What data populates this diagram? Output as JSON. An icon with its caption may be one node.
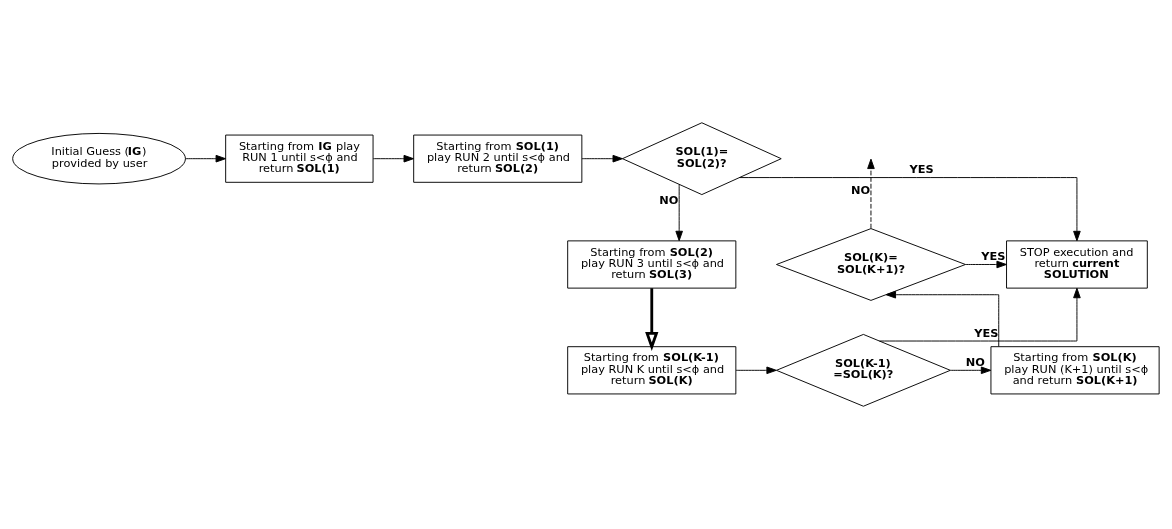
{
  "diagram": {
    "nodes": [
      {
        "text": [
          "Initial Guess (**IG**) provided by user"
        ]
      },
      {
        "text": [
          "Starting from **IG** play RUN 1 until s<ϕ and return **SOL(1)**"
        ]
      },
      {
        "text": [
          "Starting from **SOL(1)** play RUN 2 until s<ϕ and return **SOL(2)**"
        ]
      },
      {
        "text": [
          "SOL(1)= SOL(2)?"
        ]
      },
      {
        "text": [
          "STOP execution and return **current SOLUTION**"
        ]
      },
      {
        "text": [
          "Starting from **SOL(2)** play RUN 3 until s<ϕ and return **SOL(3)**"
        ]
      },
      {
        "text": [
          "Starting from **SOL(K-1)** play RUN K until s<ϕ and return **SOL(K)**"
        ]
      },
      {
        "text": [
          "SOL(K-1) =SOL(K)?"
        ]
      },
      {
        "text": [
          "Starting from **SOL(K)** play RUN (K+1) until s<ϕ and return **SOL(K+1)**"
        ]
      },
      {
        "text": [
          "SOL(K)= SOL(K+1)?"
        ]
      }
    ],
    "edges": [
      {
        "from": 0,
        "to": 1,
        "arrow": "to"
      },
      {
        "from": 1,
        "to": 2,
        "arrow": "to"
      },
      {
        "from": 2,
        "to": 3,
        "arrow": "to"
      },
      {
        "from": 3,
        "to": 4,
        "arrow": "to",
        "label": "YES"
      },
      {
        "from": 3,
        "to": 5,
        "arrow": "to",
        "label": "NO"
      },
      {
        "from": 5,
        "to": 6,
        "arrow": "to",
        "style": "thick"
      },
      {
        "from": 6,
        "to": 7,
        "arrow": "to"
      },
      {
        "from": 7,
        "to": 4,
        "arrow": "to",
        "label": "YES"
      },
      {
        "from": 7,
        "to": 8,
        "arrow": "to",
        "label": "NO"
      },
      {
        "from": 8,
        "to": 9,
        "arrow": "to"
      },
      {
        "from": 9,
        "to": 4,
        "arrow": "to",
        "label": "YES"
      },
      {
        "from": 9,
        "to": null,
        "arrow": "to",
        "label": "NO",
        "style": "dashed"
      }
    ]
  }
}
